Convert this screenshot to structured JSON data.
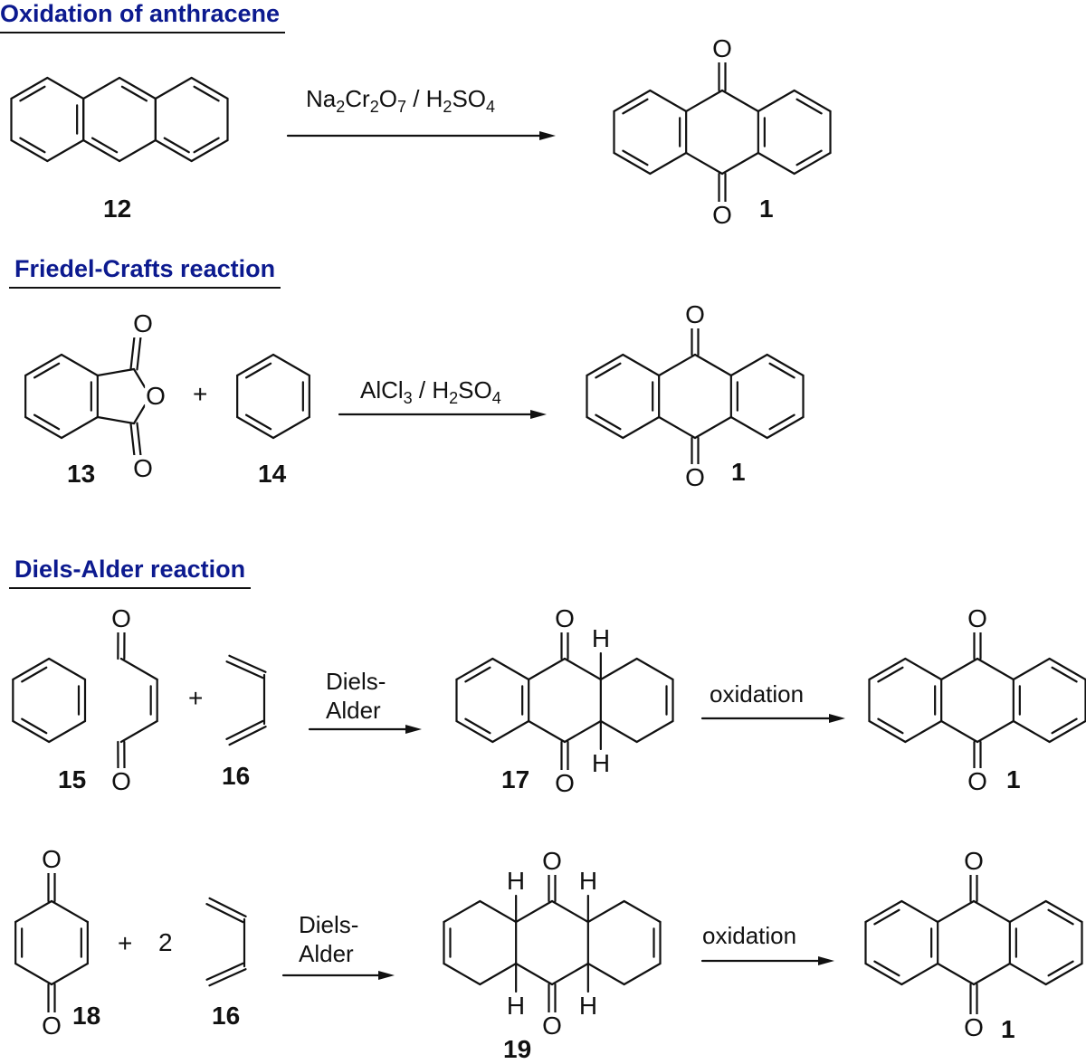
{
  "sections": {
    "oxidation": {
      "title": "Oxidation of anthracene"
    },
    "friedel_crafts": {
      "title": "Friedel-Crafts reaction"
    },
    "diels_alder": {
      "title": "Diels-Alder reaction"
    }
  },
  "reagents": {
    "r1": {
      "parts": [
        "Na",
        "2",
        "Cr",
        "2",
        "O",
        "7",
        " / H",
        "2",
        "SO",
        "4"
      ]
    },
    "r2": {
      "parts": [
        "AlCl",
        "3",
        " / H",
        "2",
        "SO",
        "4"
      ]
    },
    "r3": {
      "line1": "Diels-",
      "line2": "Alder"
    },
    "r4": {
      "text": "oxidation"
    },
    "r5": {
      "line1": "Diels-",
      "line2": "Alder"
    },
    "r6": {
      "text": "oxidation"
    }
  },
  "labels": {
    "c12": "12",
    "c1a": "1",
    "c13": "13",
    "c14": "14",
    "c1b": "1",
    "c15": "15",
    "c16a": "16",
    "c17": "17",
    "c1c": "1",
    "c18": "18",
    "c16b": "16",
    "c19": "19",
    "c1d": "1"
  },
  "operators": {
    "plus": "+",
    "two": "2"
  },
  "atoms": {
    "oxygen": "O",
    "hydrogen": "H"
  }
}
